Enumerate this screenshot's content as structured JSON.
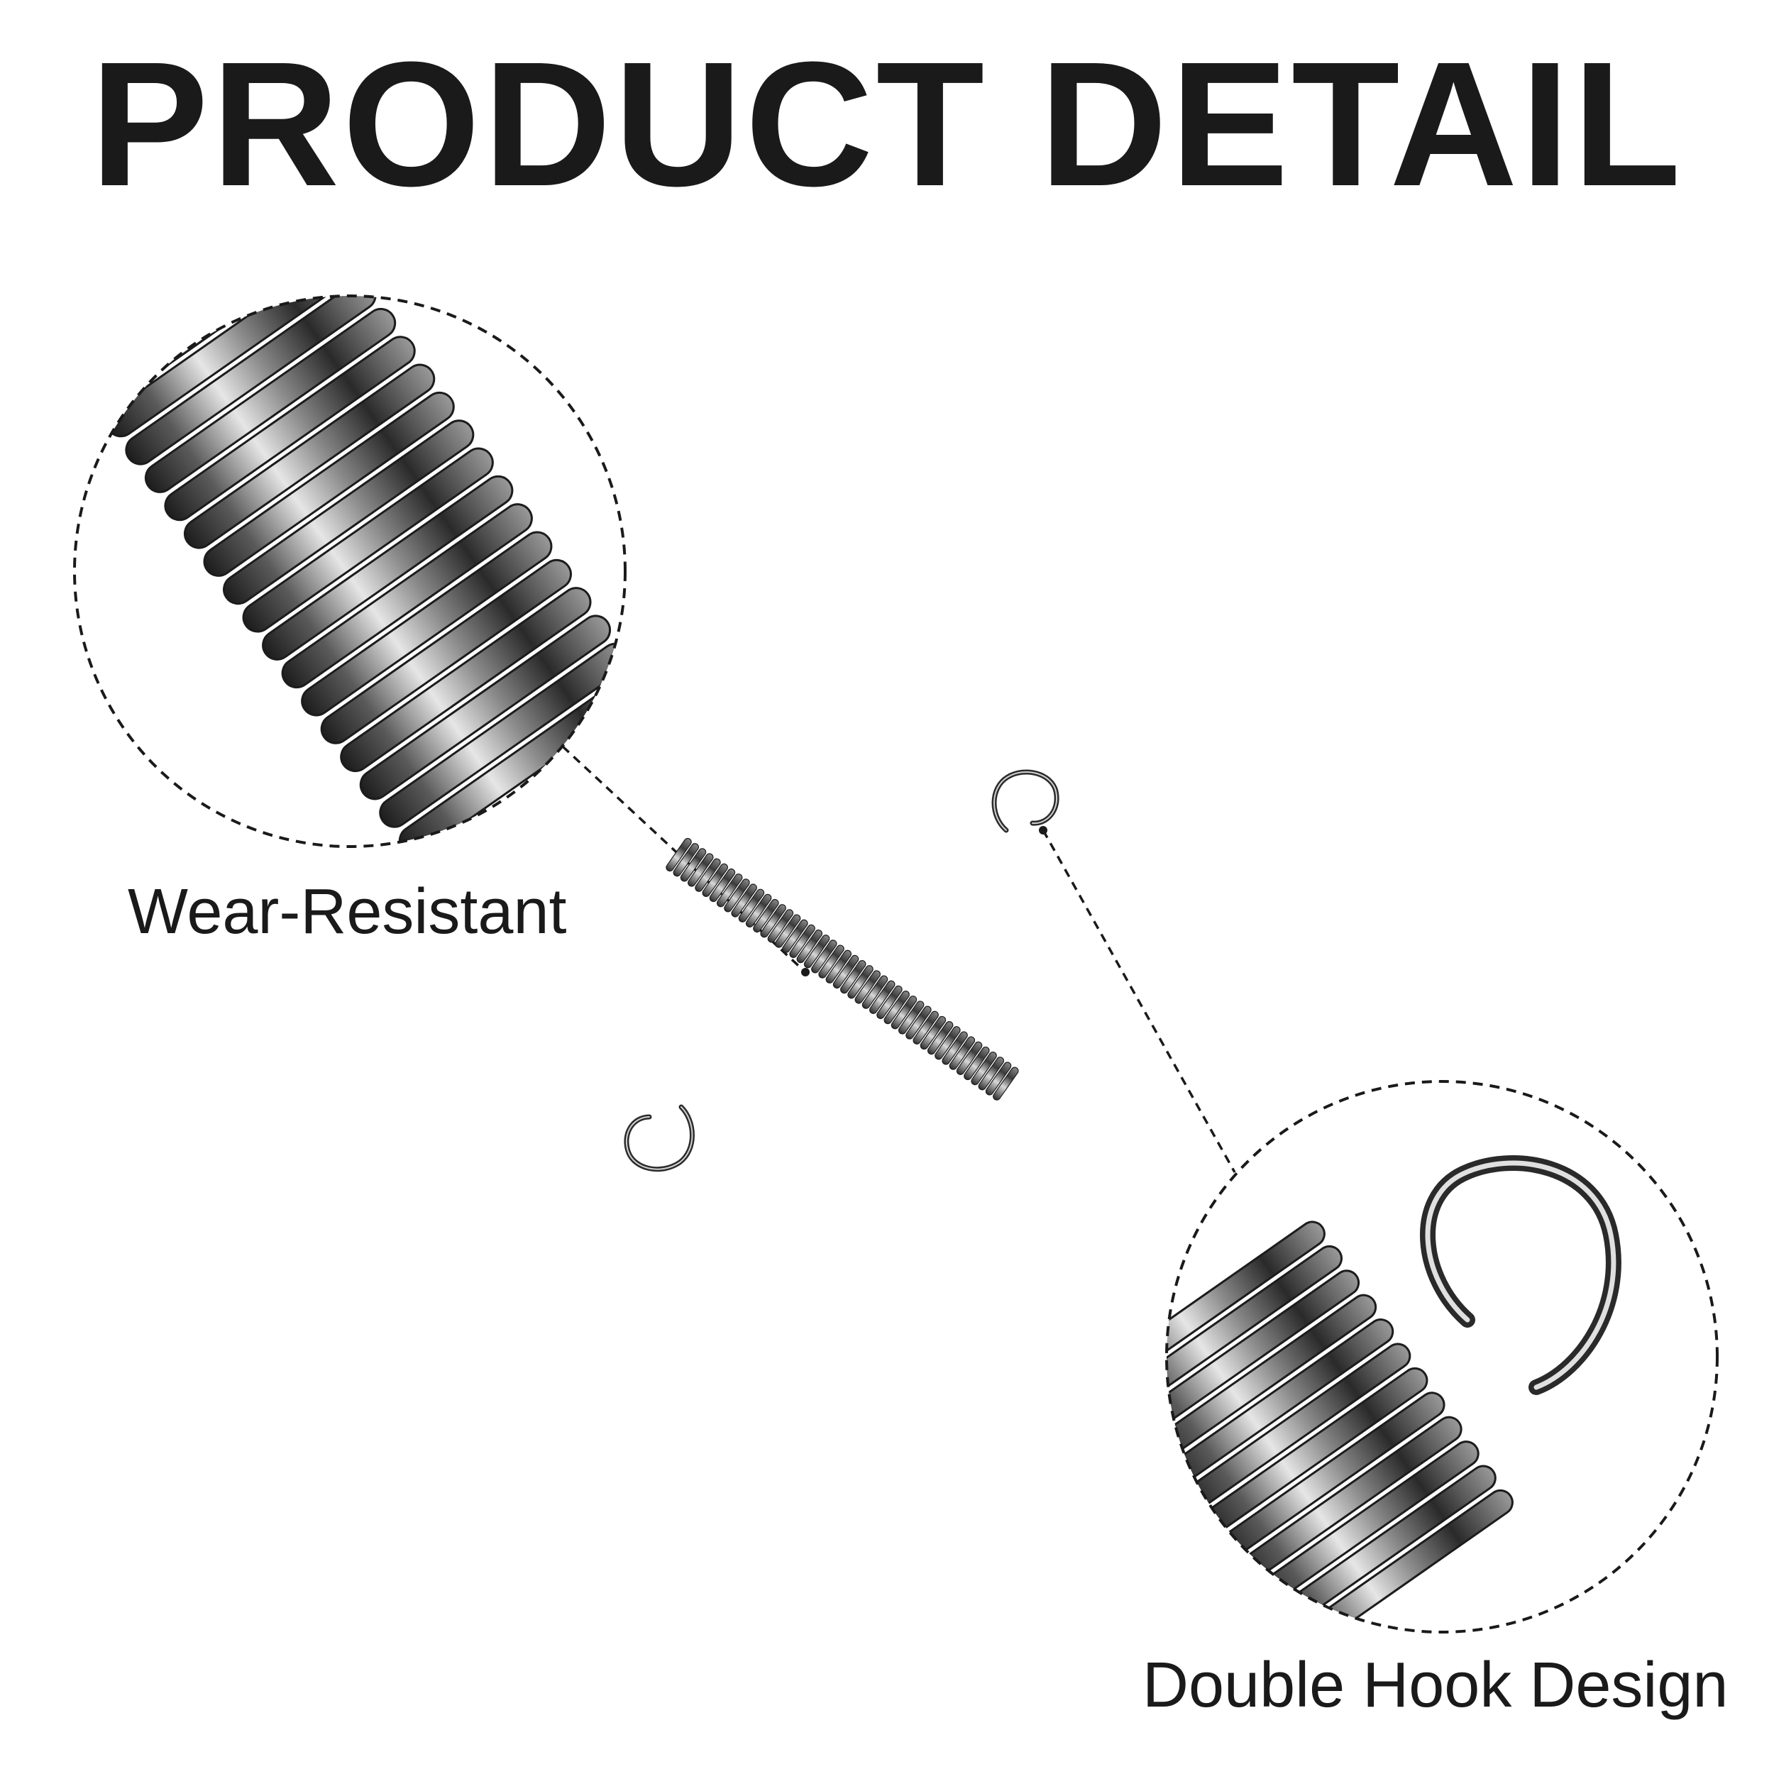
{
  "title": "PRODUCT DETAIL",
  "callouts": {
    "wear_resistant": "Wear-Resistant",
    "double_hook": "Double Hook Design"
  },
  "colors": {
    "text": "#1a1a1a",
    "dash": "#1a1a1a",
    "metal_dark": "#1c1c1c",
    "metal_mid": "#6e6e6e",
    "metal_light": "#e6e6e6"
  }
}
